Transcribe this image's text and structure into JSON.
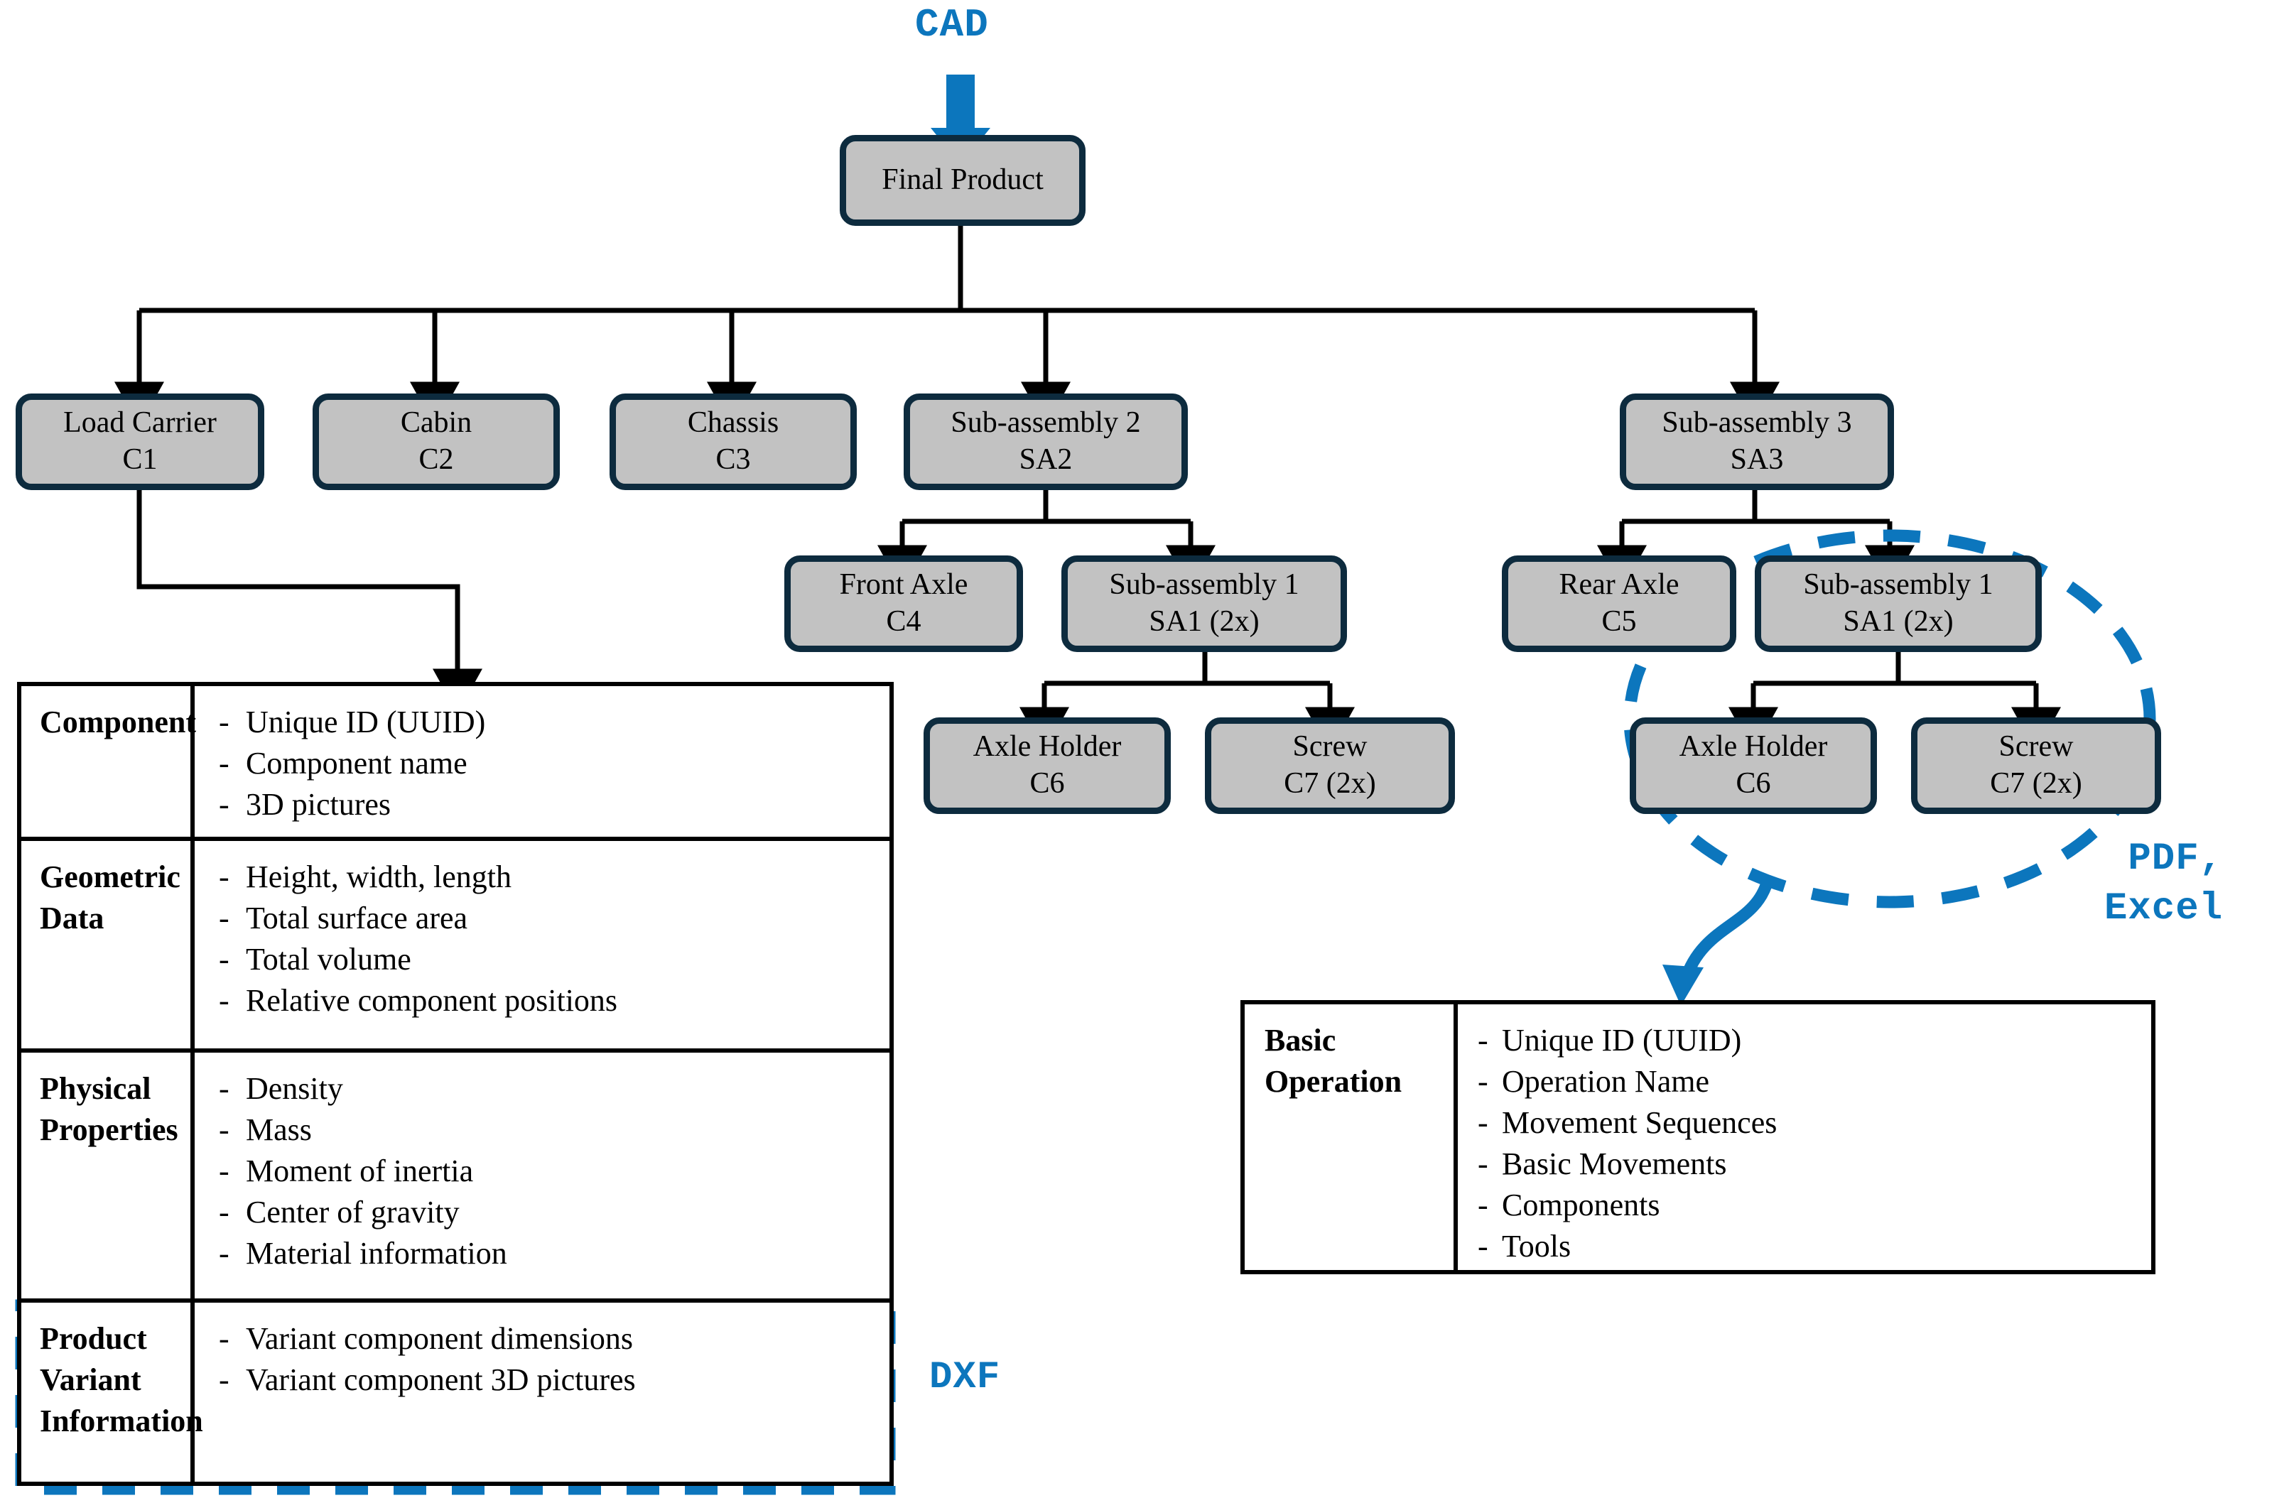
{
  "diagram": {
    "title": "Product structure and data model",
    "accent_blue": "#0C76BD",
    "node_fill": "#C2C2C2",
    "node_border": "#0D2B3E"
  },
  "annotations": {
    "cad": "CAD",
    "dxf": "DXF",
    "pdf_line1": "PDF,",
    "pdf_line2": "Excel"
  },
  "tree": {
    "root": {
      "line1": "Final Product",
      "line2": ""
    },
    "level1": [
      {
        "line1": "Load Carrier",
        "line2": "C1"
      },
      {
        "line1": "Cabin",
        "line2": "C2"
      },
      {
        "line1": "Chassis",
        "line2": "C3"
      },
      {
        "line1": "Sub-assembly 2",
        "line2": "SA2"
      },
      {
        "line1": "Sub-assembly 3",
        "line2": "SA3"
      }
    ],
    "level2_left": [
      {
        "line1": "Front Axle",
        "line2": "C4"
      },
      {
        "line1": "Sub-assembly 1",
        "line2": "SA1 (2x)"
      }
    ],
    "level2_right": [
      {
        "line1": "Rear Axle",
        "line2": "C5"
      },
      {
        "line1": "Sub-assembly 1",
        "line2": "SA1 (2x)"
      }
    ],
    "level3_left": [
      {
        "line1": "Axle Holder",
        "line2": "C6"
      },
      {
        "line1": "Screw",
        "line2": "C7 (2x)"
      }
    ],
    "level3_right": [
      {
        "line1": "Axle Holder",
        "line2": "C6"
      },
      {
        "line1": "Screw",
        "line2": "C7 (2x)"
      }
    ]
  },
  "component_table": {
    "rows": [
      {
        "category": "Component",
        "items": [
          "Unique ID (UUID)",
          "Component name",
          "3D pictures"
        ]
      },
      {
        "category": "Geometric\nData",
        "items": [
          "Height, width, length",
          "Total surface area",
          "Total volume",
          "Relative component positions"
        ]
      },
      {
        "category": "Physical\nProperties",
        "items": [
          "Density",
          "Mass",
          "Moment of inertia",
          "Center of gravity",
          "Material information"
        ]
      },
      {
        "category": "Product\nVariant\nInformation",
        "items": [
          "Variant component dimensions",
          "Variant component 3D pictures"
        ]
      }
    ],
    "bullet": "-"
  },
  "operation_table": {
    "rows": [
      {
        "category": "Basic Operation",
        "items": [
          "Unique ID (UUID)",
          "Operation Name",
          "Movement Sequences",
          "Basic Movements",
          "Components",
          "Tools"
        ]
      }
    ],
    "bullet": "-"
  }
}
